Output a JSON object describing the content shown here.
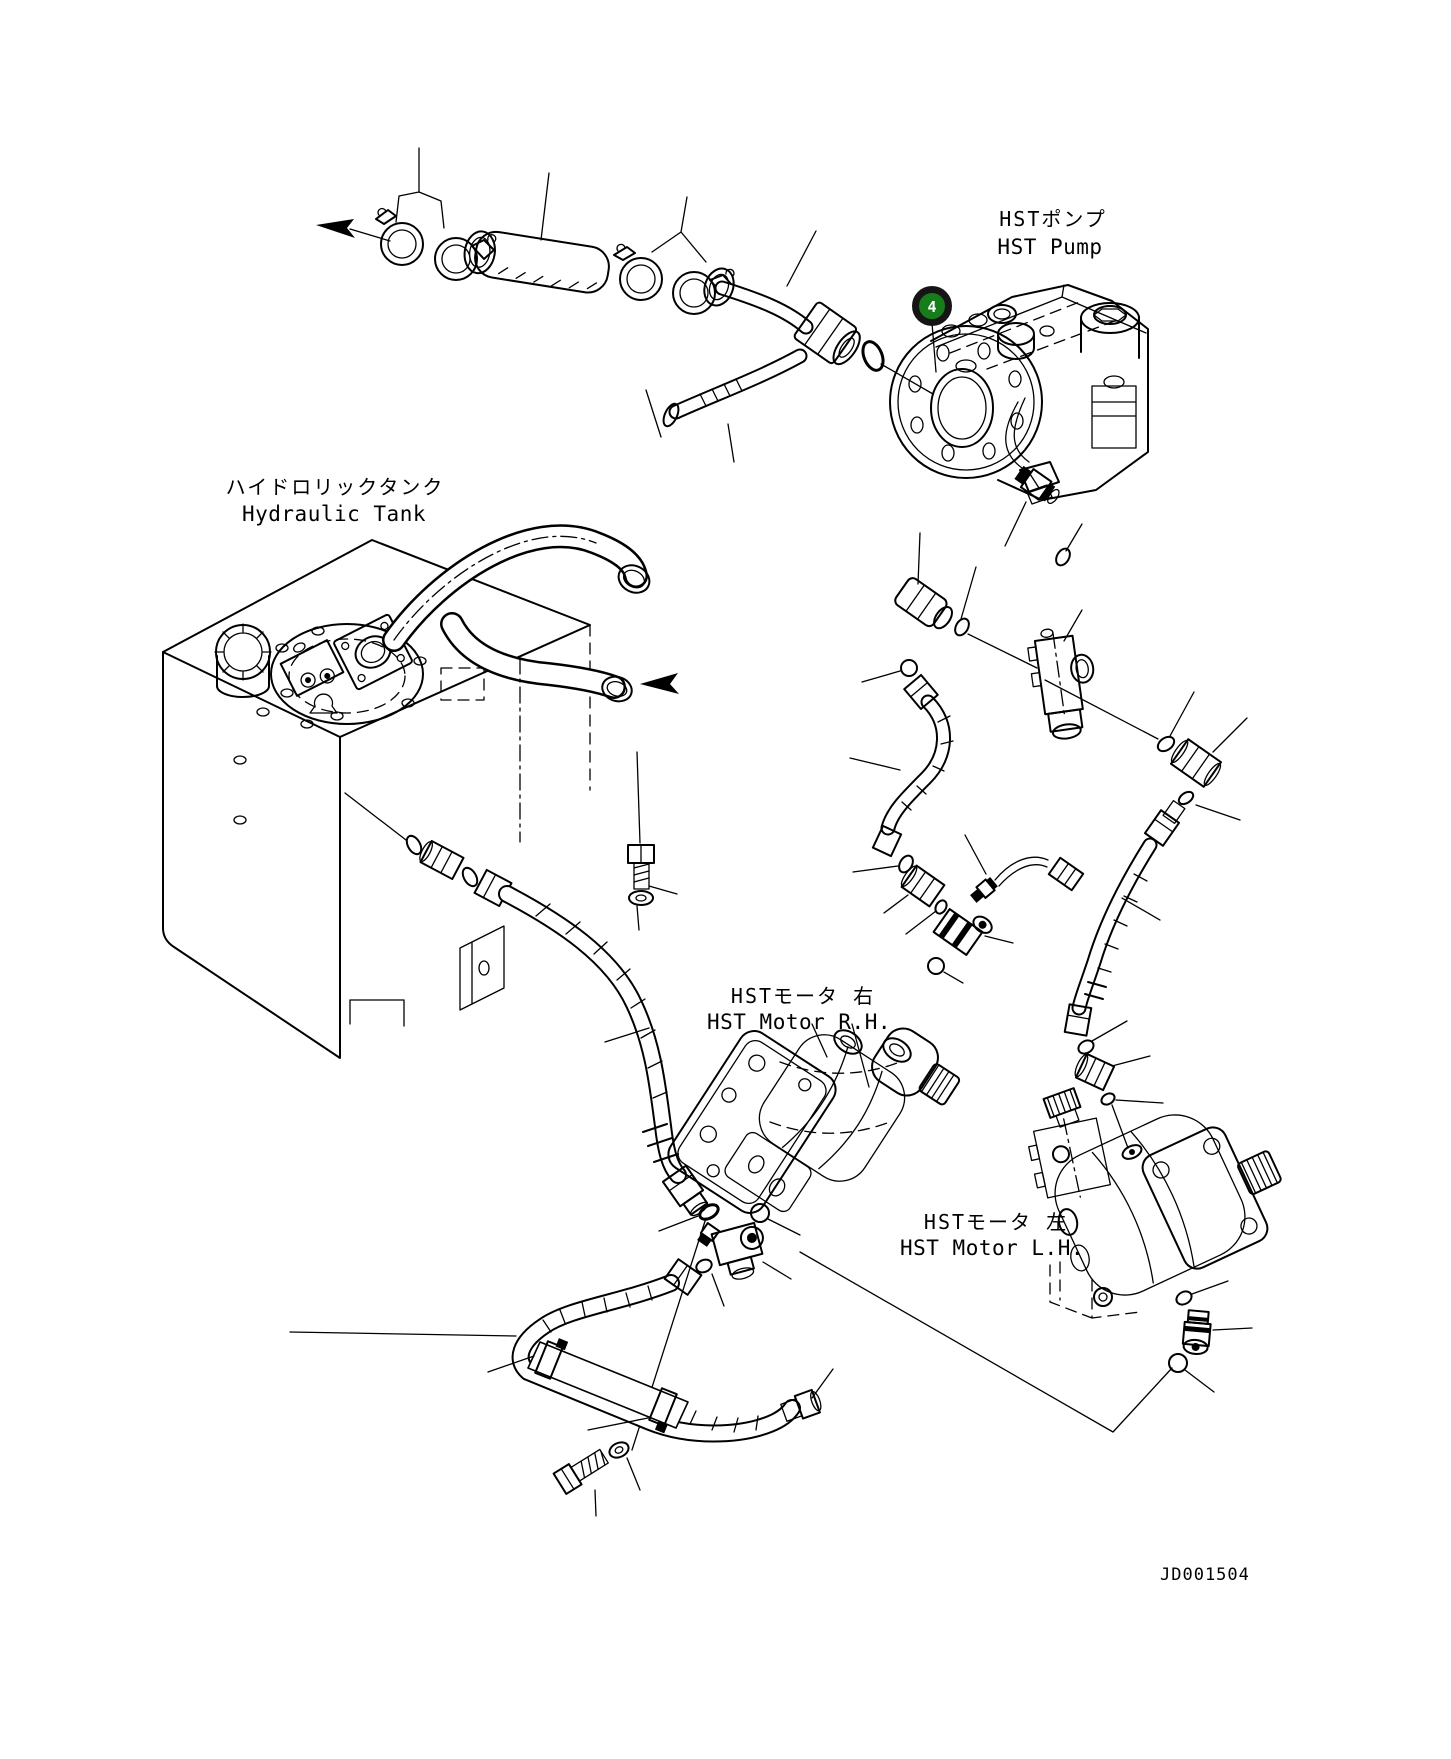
{
  "page": {
    "background": "#ffffff",
    "line_color": "#000000"
  },
  "figure": {
    "code": "JD001504"
  },
  "balloon": {
    "number": "4",
    "fill": "#177d1b",
    "ring": "#151515",
    "text_color": "#ffffff"
  },
  "labels": {
    "hst_pump": {
      "ja": "HSTポンプ",
      "en": "HST Pump"
    },
    "hydraulic_tank": {
      "ja": "ハイドロリックタンク",
      "en": "Hydraulic Tank"
    },
    "hst_motor_rh": {
      "ja": "HSTモータ 右",
      "en": "HST Motor R.H."
    },
    "hst_motor_lh": {
      "ja": "HSTモータ 左",
      "en": "HST Motor L.H."
    }
  }
}
